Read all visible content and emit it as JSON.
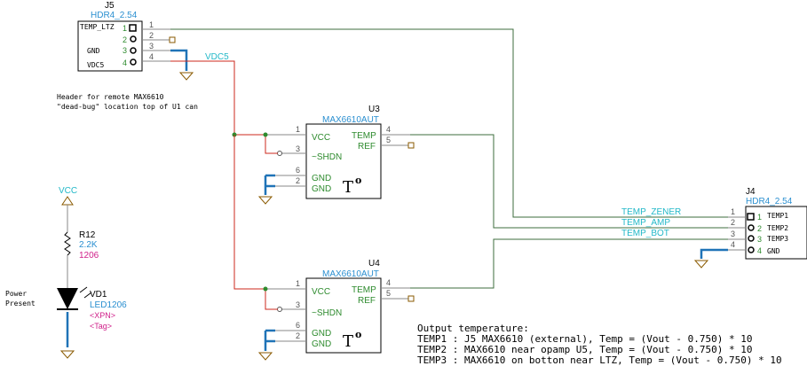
{
  "j5": {
    "ref": "J5",
    "part": "HDR4_2.54",
    "pin1_label": "TEMP_LTZ",
    "pin3_label": "GND",
    "pin4_label": "VDC5",
    "pin_nums": [
      "1",
      "2",
      "3",
      "4"
    ],
    "note_line1": "Header for remote MAX6610",
    "note_line2": "\"dead-bug\" location top of U1 can"
  },
  "net_vdc5": "VDC5",
  "u3": {
    "ref": "U3",
    "part": "MAX6610AUT",
    "vcc": "VCC",
    "shdn": "~SHDN",
    "gnd1": "GND",
    "gnd2": "GND",
    "temp": "TEMP",
    "refp": "REF",
    "symbol": "T",
    "degree": "o",
    "pins": {
      "vcc": "1",
      "shdn": "3",
      "gnd1": "6",
      "gnd2": "2",
      "temp": "4",
      "ref": "5"
    }
  },
  "u4": {
    "ref": "U4",
    "part": "MAX6610AUT",
    "vcc": "VCC",
    "shdn": "~SHDN",
    "gnd1": "GND",
    "gnd2": "GND",
    "temp": "TEMP",
    "refp": "REF",
    "symbol": "T",
    "degree": "o",
    "pins": {
      "vcc": "1",
      "shdn": "3",
      "gnd1": "6",
      "gnd2": "2",
      "temp": "4",
      "ref": "5"
    }
  },
  "vcc_label": "VCC",
  "r12": {
    "ref": "R12",
    "value": "2.2K",
    "package": "1206"
  },
  "vd1": {
    "ref": "VD1",
    "part": "LED1206",
    "xpn": "<XPN>",
    "tag": "<Tag>",
    "note1": "Power",
    "note2": "Present"
  },
  "j4": {
    "ref": "J4",
    "part": "HDR4_2.54",
    "labels": [
      "TEMP1",
      "TEMP2",
      "TEMP3",
      "GND"
    ],
    "pin_nums": [
      "1",
      "2",
      "3",
      "4"
    ]
  },
  "nets": {
    "zener": "TEMP_ZENER",
    "amp": "TEMP_AMP",
    "bot": "TEMP_BOT"
  },
  "output_notes": [
    "Output temperature:",
    "TEMP1 : J5 MAX6610 (external), Temp = (Vout - 0.750) * 10",
    "TEMP2 : MAX6610 near opamp U5, Temp = (Vout - 0.750) * 10",
    "TEMP3 : MAX6610 on botton near LTZ, Temp = (Vout - 0.750) * 10"
  ],
  "colors": {
    "wire": "#3c6e3c",
    "power": "#cc2a1e",
    "gnd": "#1f73b7",
    "label": "#2a8fd0",
    "green": "#2e8b2e",
    "magenta": "#d0208a",
    "cyan": "#22b8c8"
  }
}
